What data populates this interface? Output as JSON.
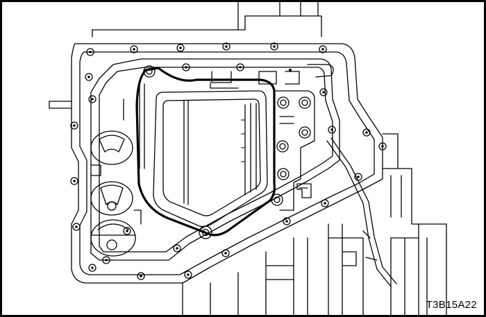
{
  "figure": {
    "code": "T3B15A22",
    "subject": "valve-body-oil-strainer",
    "line_color": "#000000",
    "background_color": "#ffffff"
  },
  "icons": {
    "bolt": "circle-with-inner-circle",
    "gasket": "double-outline"
  }
}
